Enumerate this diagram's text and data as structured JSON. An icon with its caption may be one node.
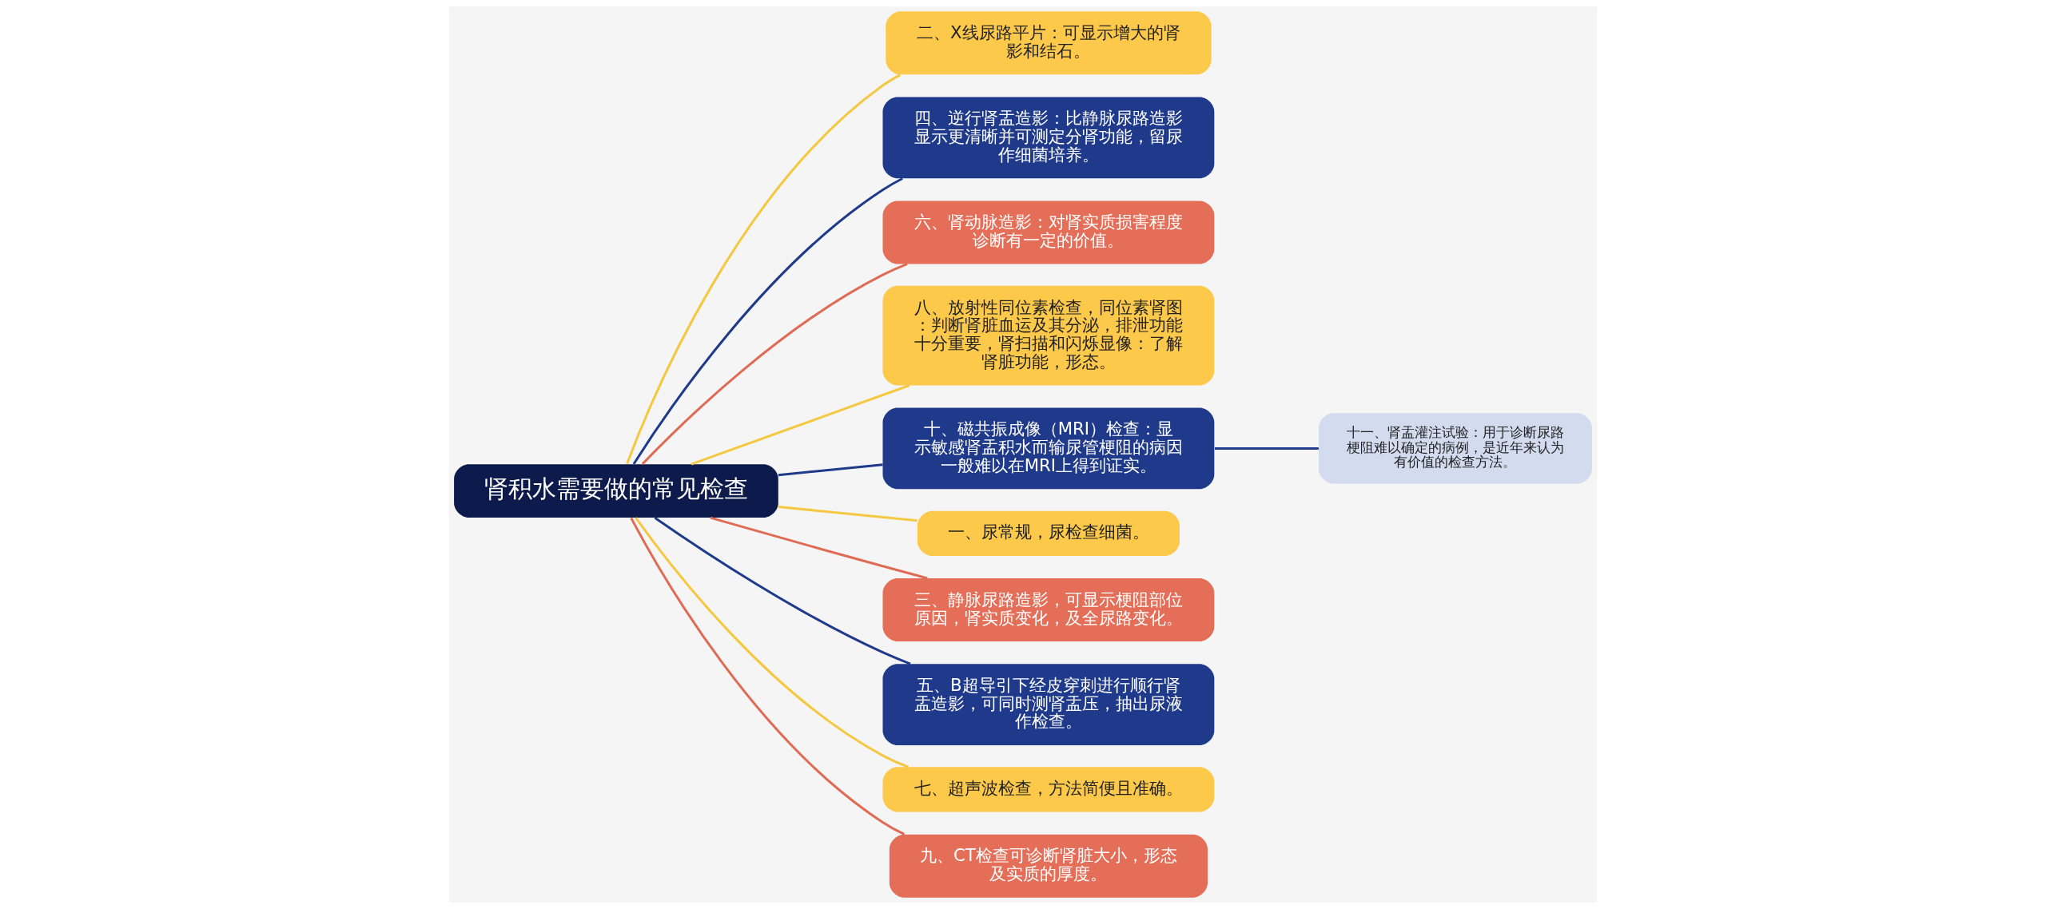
{
  "diagram": {
    "nodes": [
      {
        "text": [
          "肾积水需要做的常见检查"
        ]
      },
      {
        "text": [
          "二、X线尿路平片：可显示增大的肾影和结石。"
        ]
      },
      {
        "text": [
          "四、逆行肾盂造影：比静脉尿路造影显示更清晰并可测定分肾功能，留尿作细菌培养。"
        ]
      },
      {
        "text": [
          "六、肾动脉造影：对肾实质损害程度诊断有一定的价值。"
        ]
      },
      {
        "text": [
          "八、放射性同位素检查，同位素肾图：判断肾脏血运及其分泌，排泄功能十分重要，肾扫描和闪烁显像：了解肾脏功能，形态。"
        ]
      },
      {
        "text": [
          "十、磁共振成像（MRI）检查：显示敏感肾盂积水而输尿管梗阻的病因一般难以在MRI上得到证实。"
        ]
      },
      {
        "text": [
          "十一、肾盂灌注试验：用于诊断尿路梗阻难以确定的病例，是近年来认为有价值的检查方法。"
        ]
      },
      {
        "text": [
          "一、尿常规，尿检查细菌。"
        ]
      },
      {
        "text": [
          "三、静脉尿路造影，可显示梗阻部位原因，肾实质变化，及全尿路变化。"
        ]
      },
      {
        "text": [
          "五、B超导引下经皮穿刺进行顺行肾盂造影，可同时测肾盂压，抽出尿液作检查。"
        ]
      },
      {
        "text": [
          "七、超声波检查，方法简便且准确。"
        ]
      },
      {
        "text": [
          "九、CT检查可诊断肾脏大小，形态及实质的厚度。"
        ]
      }
    ],
    "edges": [
      {
        "from": 0,
        "to": 1,
        "arrow": "none",
        "color": "#f5c842"
      },
      {
        "from": 0,
        "to": 2,
        "arrow": "none",
        "color": "#1f3a8a"
      },
      {
        "from": 0,
        "to": 3,
        "arrow": "none",
        "color": "#e06b55"
      },
      {
        "from": 0,
        "to": 4,
        "arrow": "none",
        "color": "#f5c842"
      },
      {
        "from": 0,
        "to": 5,
        "arrow": "none",
        "color": "#1f3a8a"
      },
      {
        "from": 5,
        "to": 6,
        "arrow": "none",
        "color": "#1f3a8a"
      },
      {
        "from": 0,
        "to": 7,
        "arrow": "none",
        "color": "#f5c842"
      },
      {
        "from": 0,
        "to": 8,
        "arrow": "none",
        "color": "#e06b55"
      },
      {
        "from": 0,
        "to": 9,
        "arrow": "none",
        "color": "#1f3a8a"
      },
      {
        "from": 0,
        "to": 10,
        "arrow": "none",
        "color": "#f5c842"
      },
      {
        "from": 0,
        "to": 11,
        "arrow": "none",
        "color": "#e06b55"
      }
    ]
  }
}
